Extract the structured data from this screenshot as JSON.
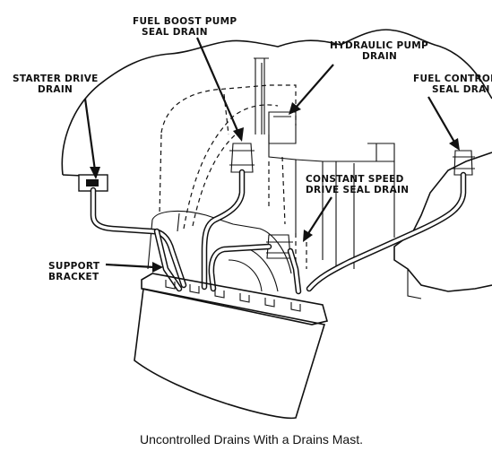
{
  "labels": {
    "fuel_boost_pump": [
      "FUEL BOOST PUMP",
      "SEAL DRAIN"
    ],
    "hydraulic_pump": [
      "HYDRAULIC PUMP",
      "DRAIN"
    ],
    "starter_drive": [
      "STARTER DRIVE",
      "DRAIN"
    ],
    "fuel_control": [
      "FUEL CONTROL",
      "SEAL DRAI"
    ],
    "constant_speed": [
      "CONSTANT SPEED",
      "DRIVE SEAL DRAIN"
    ],
    "support_bracket": [
      "SUPPORT",
      "BRACKET"
    ]
  },
  "caption": "Uncontrolled Drains With a Drains Mast."
}
